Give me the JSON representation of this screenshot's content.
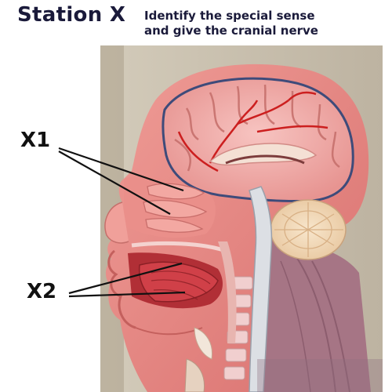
{
  "header": {
    "title": "Station X",
    "instruction_line1": "Identify the special sense",
    "instruction_line2": "and give the cranial nerve"
  },
  "labels": {
    "x1": "X1",
    "x2": "X2"
  },
  "colors": {
    "text": "#1a1a3a",
    "background_wall": "#c9c0ae",
    "model_skin": "#e58a86",
    "brain": "#f2b3b0",
    "artery": "#cc1f1f",
    "cerebellum": "#f3d9b8",
    "spinal_column": "#dcdfe4",
    "neck_muscle": "#a67585"
  }
}
